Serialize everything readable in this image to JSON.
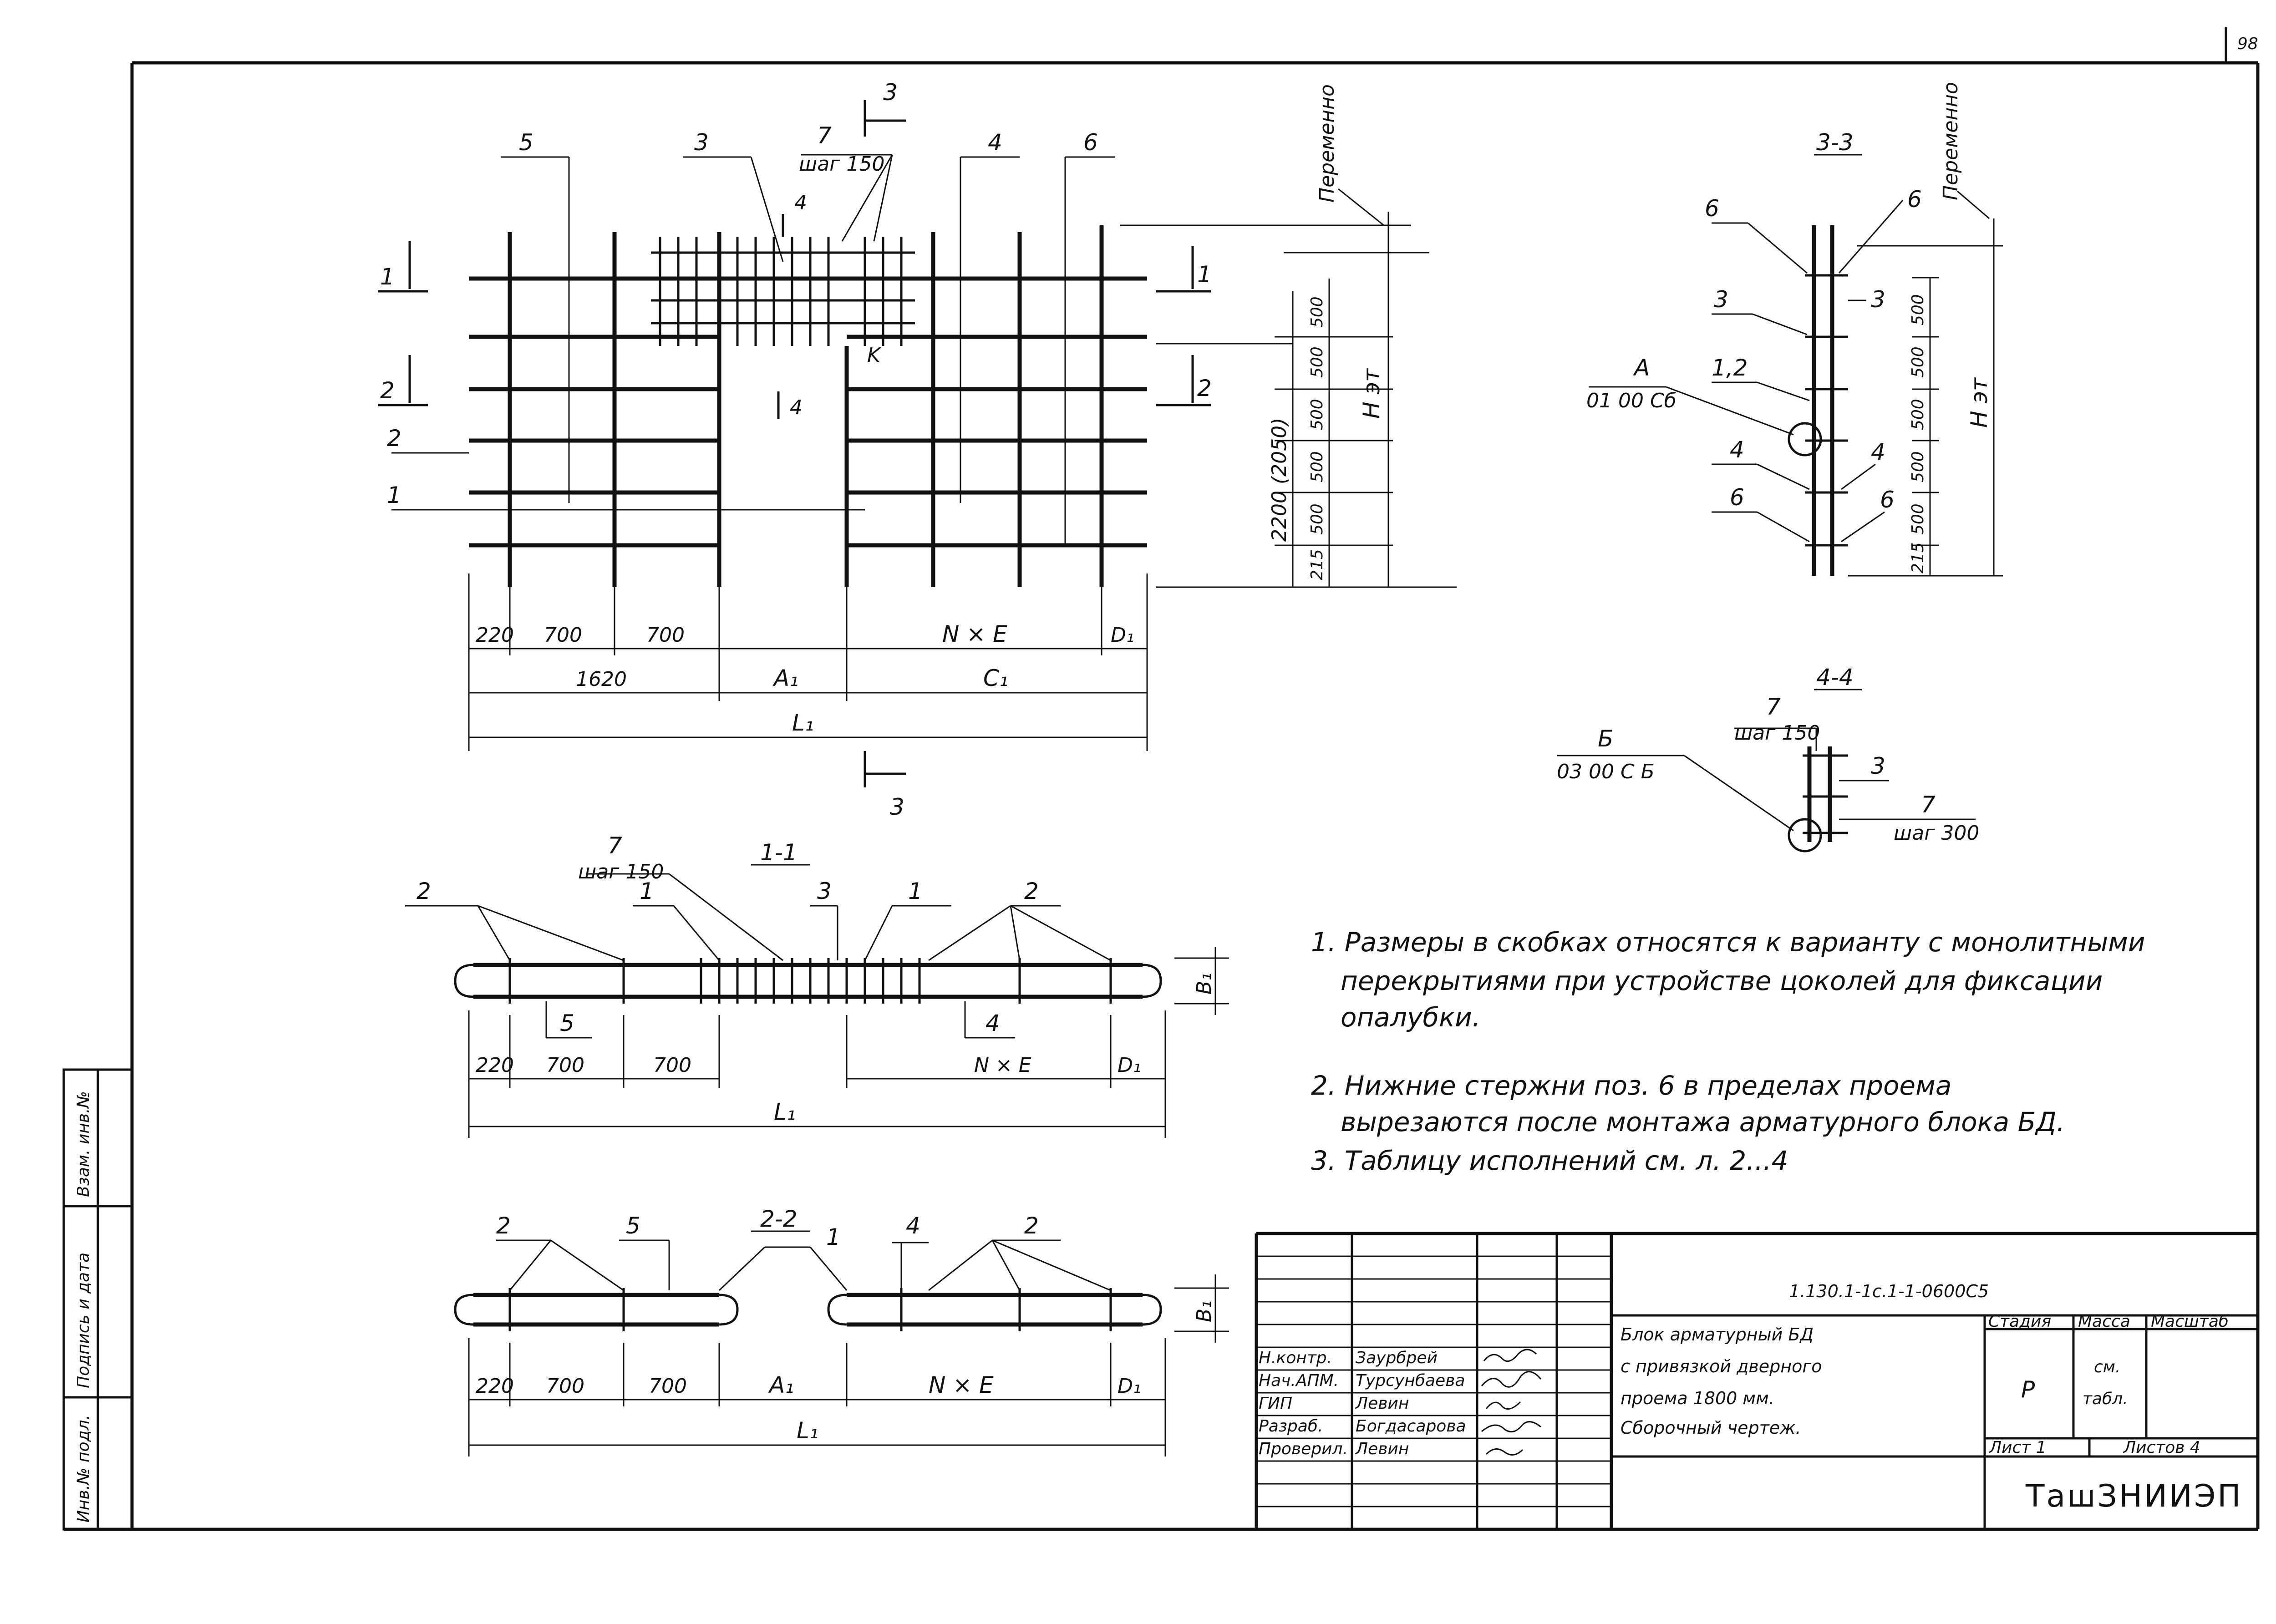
{
  "sheet": {
    "corner_mark": "98"
  },
  "elevation": {
    "pos_labels": [
      "5",
      "3",
      "4",
      "6",
      "7",
      "шаг 150",
      "2",
      "1"
    ],
    "cut_labels": [
      "1",
      "2",
      "3",
      "4"
    ],
    "variable_label": "Переменно",
    "k_label": "K",
    "height_label": "H эт",
    "height_dim": "2200 (2050)",
    "dims_side": [
      "500",
      "500",
      "500",
      "500",
      "500",
      "215"
    ],
    "dims_row1": [
      "220",
      "700",
      "700",
      "N × E",
      "D₁"
    ],
    "dims_row2": [
      "1620",
      "A₁",
      "C₁"
    ],
    "dims_row3": [
      "L₁"
    ]
  },
  "section_33": {
    "title": "3-3",
    "variable_label": "Переменно",
    "pos_labels": [
      "6",
      "6",
      "3",
      "3",
      "1,2",
      "4",
      "4",
      "6",
      "6"
    ],
    "callout_top": "А",
    "callout_bottom": "01 00 Сб",
    "height_label": "H эт",
    "dims_side": [
      "500",
      "500",
      "500",
      "500",
      "500",
      "215"
    ]
  },
  "section_44": {
    "title": "4-4",
    "pos7_top": "7",
    "step_top": "шаг 150",
    "pos3": "3",
    "pos7_bottom": "7",
    "step_bottom": "шаг 300",
    "callout_top": "Б",
    "callout_bottom": "03 00 С Б"
  },
  "section_11": {
    "title": "1-1",
    "pos_labels": [
      "2",
      "7",
      "шаг 150",
      "1",
      "3",
      "1",
      "2",
      "5",
      "4"
    ],
    "b_label": "B₁",
    "dims_row1": [
      "220",
      "700",
      "700",
      "N × E",
      "D₁"
    ],
    "dims_row2": [
      "L₁"
    ]
  },
  "section_22": {
    "title": "2-2",
    "pos_labels": [
      "2",
      "5",
      "1",
      "4",
      "2"
    ],
    "b_label": "B₁",
    "dims_row1": [
      "220",
      "700",
      "700",
      "A₁",
      "N × E",
      "D₁"
    ],
    "dims_row2": [
      "L₁"
    ]
  },
  "notes": [
    "1. Размеры в скобках относятся к варианту с монолитными",
    "перекрытиями при устройстве цоколей для фиксации",
    "опалубки.",
    "2. Нижние стержни поз. 6 в пределах проема",
    "вырезаются после монтажа арматурного блока БД.",
    "3. Таблицу исполнений см. л. 2...4"
  ],
  "side_stamp": {
    "fields": [
      "Инв.№ подл.",
      "Подпись и дата",
      "Взам. инв.№"
    ]
  },
  "title_block": {
    "doc_code": "1.130.1-1с.1-1-0600С5",
    "rows": [
      {
        "role": "Н.контр.",
        "name": "Заурбрей"
      },
      {
        "role": "Нач.АПМ.",
        "name": "Турсунбаева"
      },
      {
        "role": "ГИП",
        "name": "Левин"
      },
      {
        "role": "Разраб.",
        "name": "Богдасарова"
      },
      {
        "role": "Проверил.",
        "name": "Левин"
      }
    ],
    "title_lines": [
      "Блок арматурный БД",
      "с привязкой дверного",
      "проема 1800 мм.",
      "Сборочный чертеж."
    ],
    "col_stage": "Стадия",
    "col_mass": "Масса",
    "col_scale": "Масштаб",
    "stage_value": "Р",
    "mass_value_1": "см.",
    "mass_value_2": "табл.",
    "sheet_label": "Лист 1",
    "sheets_label": "Листов 4",
    "org": "ТашЗНИИЭП"
  }
}
